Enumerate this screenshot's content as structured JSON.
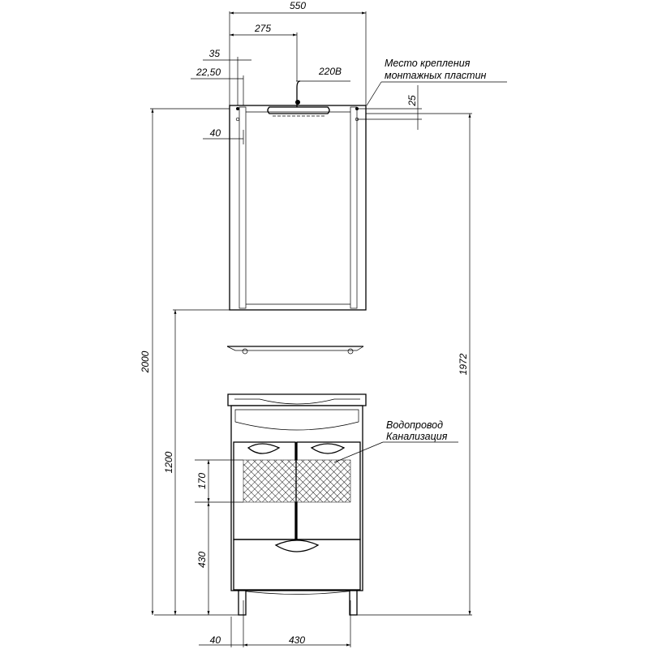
{
  "dimensions": {
    "mirror_width": "550",
    "mirror_half": "275",
    "offset_35": "35",
    "offset_22_50": "22,50",
    "outlet_220v": "220B",
    "offset_25": "25",
    "offset_40_top": "40",
    "total_height": "2000",
    "height_1972": "1972",
    "height_1200": "1200",
    "pipe_zone_170": "170",
    "pipe_height_430": "430",
    "bottom_offset_40": "40",
    "bottom_width_430": "430"
  },
  "notes": {
    "mount_line1": "Место крепления",
    "mount_line2": "монтажных пластин",
    "water_supply": "Водопровод",
    "sewage": "Канализация"
  }
}
